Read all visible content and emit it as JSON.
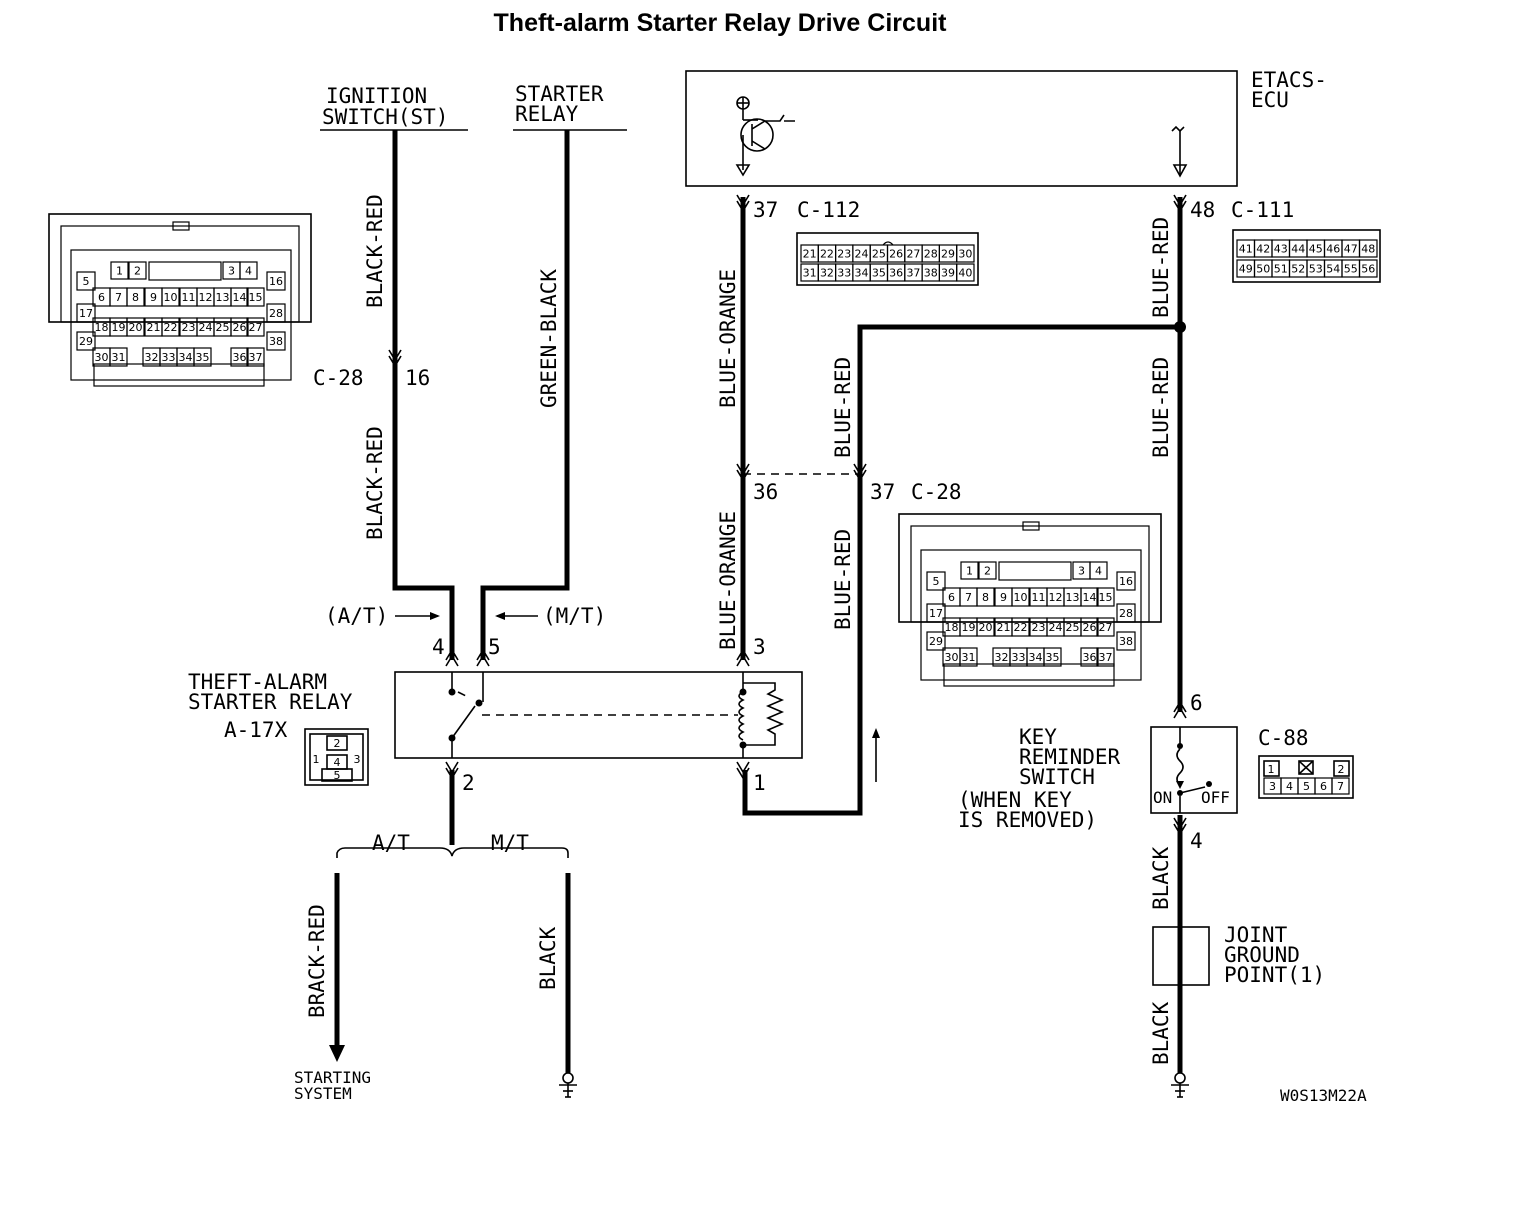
{
  "title": "Theft-alarm Starter Relay Drive Circuit",
  "figure_code": "W0S13M22A",
  "components": {
    "ignition_switch": [
      "IGNITION",
      "SWITCH(ST)"
    ],
    "starter_relay": [
      "STARTER",
      "RELAY"
    ],
    "etacs_ecu": [
      "ETACS-",
      "ECU"
    ],
    "theft_relay": [
      "THEFT-ALARM",
      "STARTER RELAY"
    ],
    "theft_relay_code": "A-17X",
    "key_switch": [
      "KEY",
      "REMINDER",
      "SWITCH",
      "(WHEN KEY",
      "IS REMOVED)"
    ],
    "joint_ground": [
      "JOINT",
      "GROUND",
      "POINT(1)"
    ],
    "starting_system": [
      "STARTING",
      "SYSTEM"
    ],
    "switch_on": "ON",
    "switch_off": "OFF"
  },
  "connectors": {
    "c28": "C-28",
    "c112": "C-112",
    "c111": "C-111",
    "c88": "C-88"
  },
  "wires": {
    "black_red": "BLACK-RED",
    "green_black": "GREEN-BLACK",
    "blue_orange": "BLUE-ORANGE",
    "blue_red": "BLUE-RED",
    "black": "BLACK",
    "brack_red": "BRACK-RED"
  },
  "pins": {
    "p16": "16",
    "p4": "4",
    "p5": "5",
    "p2": "2",
    "p3": "3",
    "p1": "1",
    "p37": "37",
    "p36": "36",
    "p48": "48",
    "p6": "6"
  },
  "labels": {
    "at_arrow": "(A/T)",
    "mt_arrow": "(M/T)",
    "at": "A/T",
    "mt": "M/T"
  },
  "c28_connector_pins": {
    "top": [
      "1",
      "2",
      "3",
      "4"
    ],
    "row2": [
      "6",
      "7",
      "8",
      "9",
      "10",
      "11",
      "12",
      "13",
      "14",
      "15"
    ],
    "row3": [
      "18",
      "19",
      "20",
      "21",
      "22",
      "23",
      "24",
      "25",
      "26",
      "27"
    ],
    "row4": [
      "30",
      "31",
      "32",
      "33",
      "34",
      "35",
      "36",
      "37"
    ],
    "side_left": [
      "5",
      "17",
      "29"
    ],
    "side_right": [
      "16",
      "28",
      "38"
    ]
  },
  "c112_connector_pins": {
    "row1": [
      "21",
      "22",
      "23",
      "24",
      "25",
      "26",
      "27",
      "28",
      "29",
      "30"
    ],
    "row2": [
      "31",
      "32",
      "33",
      "34",
      "35",
      "36",
      "37",
      "38",
      "39",
      "40"
    ]
  },
  "c111_connector_pins": {
    "row1": [
      "41",
      "42",
      "43",
      "44",
      "45",
      "46",
      "47",
      "48"
    ],
    "row2": [
      "49",
      "50",
      "51",
      "52",
      "53",
      "54",
      "55",
      "56"
    ]
  },
  "c88_connector_pins": {
    "row1": [
      "1",
      "2"
    ],
    "row2": [
      "3",
      "4",
      "5",
      "6",
      "7"
    ]
  },
  "a17x_connector_pins": [
    "1",
    "2",
    "3",
    "4",
    "5"
  ]
}
